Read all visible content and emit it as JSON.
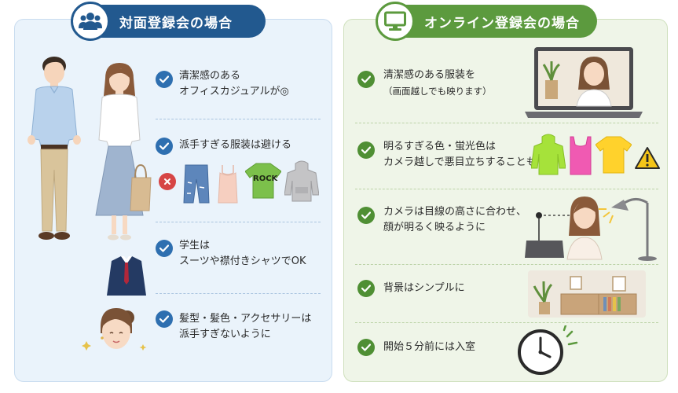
{
  "left": {
    "title": "対面登録会の場合",
    "items": [
      {
        "line1": "清潔感のある",
        "line2": "オフィスカジュアルが◎"
      },
      {
        "line1": "派手すぎる服装は避ける"
      },
      {
        "line1": "学生は",
        "line2": "スーツや襟付きシャツでOK"
      },
      {
        "line1": "髪型・髪色・アクセサリーは",
        "line2": "派手すぎないように"
      }
    ],
    "tshirt_text": "ROCK"
  },
  "right": {
    "title": "オンライン登録会の場合",
    "items": [
      {
        "line1": "清潔感のある服装を",
        "line2": "（画面越しでも映ります）"
      },
      {
        "line1": "明るすぎる色・蛍光色は",
        "line2": "カメラ越しで悪目立ちすることも"
      },
      {
        "line1": "カメラは目線の高さに合わせ、",
        "line2": "顔が明るく映るように"
      },
      {
        "line1": "背景はシンプルに"
      },
      {
        "line1": "開始５分前には入室"
      }
    ]
  },
  "colors": {
    "left_accent": "#22598f",
    "right_accent": "#5c9a3e",
    "left_bg": "#eaf3fb",
    "right_bg": "#eff5e8"
  },
  "icons": [
    "people-icon",
    "monitor-icon",
    "check-icon",
    "x-icon",
    "warning-icon",
    "clock-icon"
  ]
}
